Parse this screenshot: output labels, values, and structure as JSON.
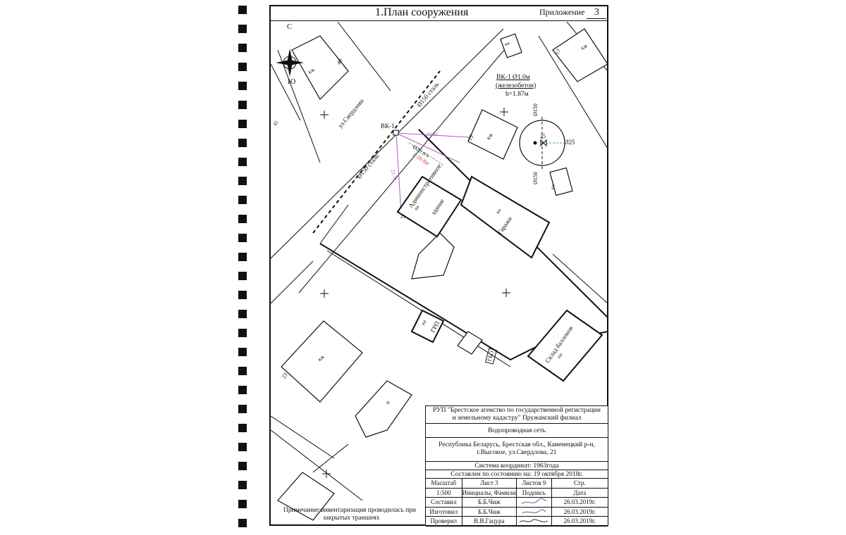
{
  "header": {
    "title": "1.План сооружения",
    "appendix_label": "Приложение",
    "appendix_number": "3"
  },
  "compass": {
    "north": "С",
    "south": "Ю"
  },
  "map": {
    "street": "ул.Свердлова",
    "pipe_label_1": "Ø150 сталь",
    "pipe_label_2": "Ø150 сталь",
    "well_id": "ВК-1",
    "well_spec_1": "ВК-1 Ø1.0м",
    "well_spec_2": "(железобетон)",
    "well_spec_3": "h=1.87м",
    "well_pipe_top": "Ø150",
    "well_pipe_bottom": "Ø150",
    "well_pipe_right": "Ø25",
    "well_number": "25",
    "branch_label": "Ø25 п/э",
    "branch_length": "l=20.8м",
    "dim_left": "23.70",
    "dim_top": "10.24",
    "buildings": {
      "kzh40_type": "кж",
      "kzh40_num": "40",
      "kn_top": "кн",
      "kzh17_type": "кж",
      "kzh17_num": "17",
      "kzh19_type": "кж",
      "kzh19_num": "19",
      "kn_small": "кн",
      "admin_type": "кн",
      "admin_name_1": "Административное",
      "admin_name_2": "здание",
      "admin_num": "21",
      "garage_type": "кн",
      "garage_name": "Гаражи",
      "grp_type": "кн",
      "grp_name": "ГРП",
      "gbo": "ГБО",
      "sklad_type": "кн",
      "sklad_name": "Склад баллонов",
      "kzh23_type": "кж",
      "kzh23_num": "23",
      "n_type": "н",
      "num42": "42"
    }
  },
  "stamp": {
    "org_line1": "РУП \"Брестское агенство по государственной регистрации",
    "org_line2": "и земельному кадастру\" Пружанский филиал",
    "object": "Водопроводная сеть",
    "address_line1": "Республика Беларусь, Брестская обл., Каменецкий р-н,",
    "address_line2": "г.Высокое, ул.Свердлова, 21",
    "coord_system": "Система координат: 1963года",
    "composed": "Составлен по состоянию на: 19 октября 2018г.",
    "grid": [
      [
        "Масштаб",
        "Лист 3",
        "Листов 9",
        "Стр."
      ],
      [
        "1:500",
        "Инициалы, Фамилия",
        "Подпись",
        "Дата"
      ],
      [
        "Составил",
        "Б.Б.Чиж",
        "",
        "26.03.2019г."
      ],
      [
        "Изготовил",
        "Б.Б.Чиж",
        "",
        "26.03.2019г."
      ],
      [
        "Проверил",
        "В.В.Гацура",
        "",
        "26.03.2019г."
      ]
    ]
  },
  "note": {
    "line1": "Примечание:инвентаризация проводилась при",
    "line2": "закрытых траншеях"
  },
  "colors": {
    "ink": "#111111",
    "branch": "#b05cc4",
    "branch_text": "#d23b3b",
    "pipe_right": "#3fae3f"
  }
}
